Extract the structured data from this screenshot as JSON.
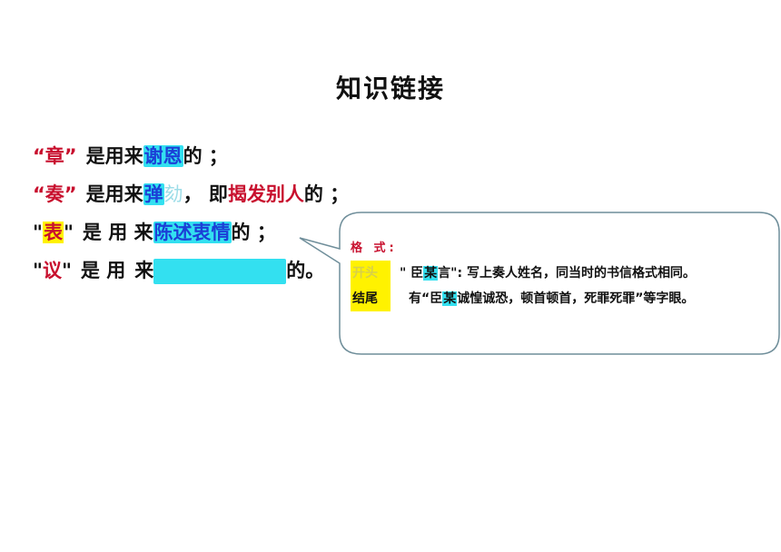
{
  "title": "知识链接",
  "lines": [
    {
      "q": "“章”",
      "mid": "是用来",
      "hl": "谢恩",
      "tail": "的 ；"
    },
    {
      "q": "“奏”",
      "mid": "是用来",
      "hl": "弹",
      "ghost": "劾",
      "sep": "， 即",
      "red": "揭发别人",
      "tail": "的 ；"
    },
    {
      "q1": "\"",
      "q": "表",
      "q2": "\"",
      "mid": "是 用  来",
      "hl": "陈述衷情",
      "tail": "的 ；"
    },
    {
      "q1": "\"",
      "q": "议",
      "q2": "\"",
      "mid": "是 用",
      "mid2": "来",
      "tail": "的。"
    }
  ],
  "bubble": {
    "label": "格 式:",
    "row1": {
      "tag": "开头",
      "text_a": "\" 臣",
      "mark": "某",
      "text_b": "言\": 写上奏人姓名，同当时的书信格式相同。"
    },
    "row2": {
      "tag": "结尾",
      "text_a": "有“臣",
      "mark": "某",
      "text_b": "诚惶诚恐，顿首顿首，死罪死罪”等字眼。"
    }
  },
  "colors": {
    "red": "#c8102e",
    "blue": "#1c3fd6",
    "cyan": "#33e0f0",
    "yellow": "#fff200"
  }
}
